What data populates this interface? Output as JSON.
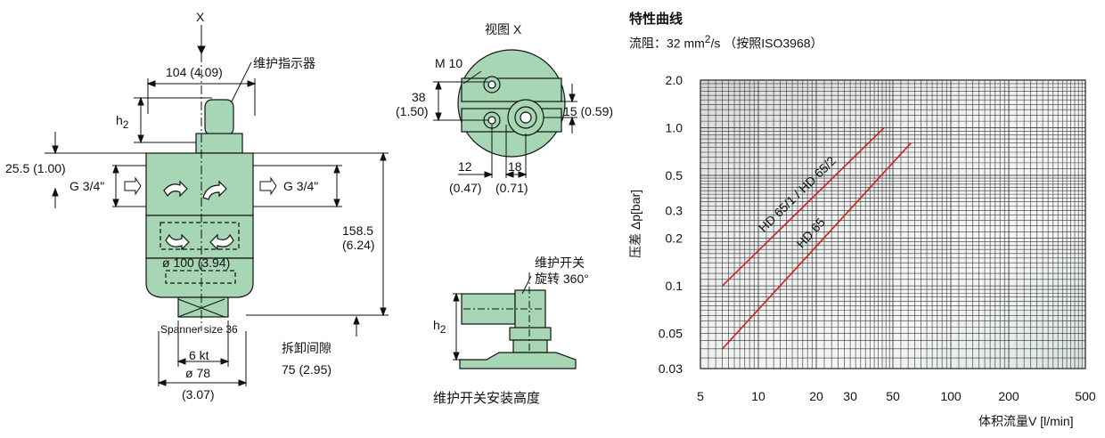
{
  "drawing_left": {
    "view_label": "X",
    "width_dim": "104 (4.09)",
    "indicator_label": "维护指示器",
    "h2_label": "h",
    "h2_sub": "2",
    "offset_dim": "25.5 (1.00)",
    "port_in": "G 3/4\"",
    "port_out": "G 3/4\"",
    "height_dim_1": "158.5",
    "height_dim_2": "(6.24)",
    "diameter_dim": "ø 100 (3.94)",
    "spanner": "Spanner size 36",
    "removal_label": "拆卸间隙",
    "removal_dim": "75 (2.95)",
    "hex_dim": "6 kt",
    "base_dia": "ø 78",
    "base_dia_in": "(3.07)"
  },
  "drawing_view_x": {
    "title": "视图 X",
    "thread": "M 10",
    "dim_38a": "38",
    "dim_38b": "(1.50)",
    "dim_15": "15 (0.59)",
    "dim_12a": "12",
    "dim_12b": "(0.47)",
    "dim_18a": "18",
    "dim_18b": "(0.71)"
  },
  "drawing_switch": {
    "label_1": "维护开关",
    "label_2": "旋转 360°",
    "h2_label": "h",
    "h2_sub": "2",
    "caption": "维护开关安装高度"
  },
  "chart_header": {
    "title": "特性曲线",
    "subtitle_a": "流阻：32 mm",
    "subtitle_sup": "2",
    "subtitle_b": "/s （按照ISO3968）"
  },
  "chart_data": {
    "type": "line",
    "xscale": "log",
    "yscale": "log",
    "xlim": [
      5,
      500
    ],
    "ylim": [
      0.03,
      2.0
    ],
    "xlabel": "体积流量V  [l/min]",
    "ylabel": "压差 Δp[bar]",
    "x_ticks": [
      "5",
      "10",
      "20",
      "30",
      "50",
      "100",
      "200",
      "500"
    ],
    "y_ticks": [
      "2.0",
      "1.0",
      "0.5",
      "0.3",
      "0.2",
      "0.1",
      "0.05",
      "0.03"
    ],
    "grid": true,
    "series": [
      {
        "name": "HD 65/1 / HD 65/2",
        "x": [
          6.5,
          45
        ],
        "y": [
          0.1,
          1.0
        ]
      },
      {
        "name": "HD 65",
        "x": [
          6.5,
          62
        ],
        "y": [
          0.04,
          0.8
        ]
      }
    ],
    "series_color": "#d0201a"
  }
}
